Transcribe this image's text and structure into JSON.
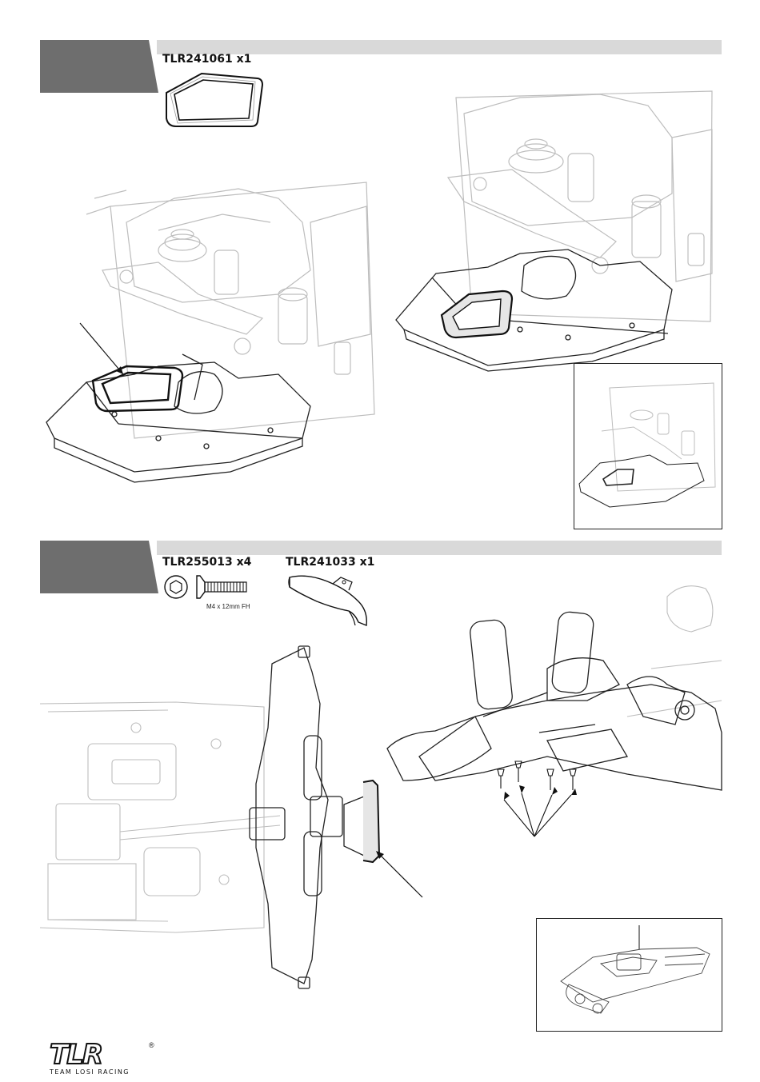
{
  "step1": {
    "part": {
      "code": "TLR241061 x1",
      "icon": "rectangular-frame-part-icon"
    },
    "main_illustration": "front-chassis-assembly-diagram",
    "callout": "arrow-pointer-icon"
  },
  "step2": {
    "parts": [
      {
        "code": "TLR255013 x4",
        "spec": "M4 x 12mm FH",
        "icon": "flat-head-screw-icon"
      },
      {
        "code": "TLR241033 x1",
        "icon": "skid-guard-part-icon"
      }
    ]
  },
  "brand": {
    "logo_text": "TLR",
    "tagline": "TEAM LOSI RACING",
    "mark": "®"
  }
}
